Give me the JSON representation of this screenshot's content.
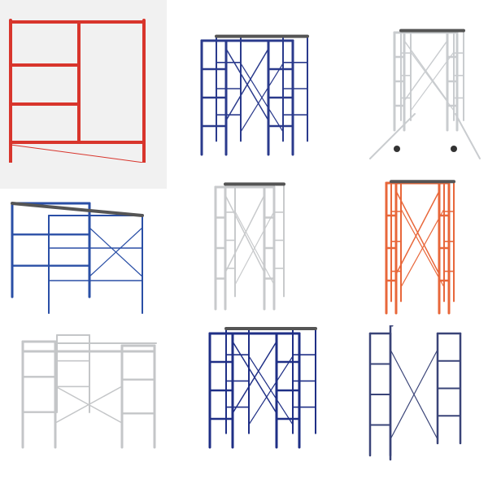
{
  "gallery": {
    "items": [
      {
        "kind": "ladder-frame",
        "color": "#d8352c"
      },
      {
        "kind": "tower",
        "color": "#2a3a8c"
      },
      {
        "kind": "rolling-tower",
        "color": "#c9cccf"
      },
      {
        "kind": "frame-with-platform",
        "color": "#2a4fa6"
      },
      {
        "kind": "tower",
        "color": "#c8cacc"
      },
      {
        "kind": "tower",
        "color": "#e8673a"
      },
      {
        "kind": "walk-through-frame",
        "color": "#c4c6c8"
      },
      {
        "kind": "tower",
        "color": "#1f2f86"
      },
      {
        "kind": "walk-through-pair",
        "color": "#3a4478"
      }
    ],
    "background": "#ffffff",
    "backdrop_first": "#f1f1f1"
  }
}
